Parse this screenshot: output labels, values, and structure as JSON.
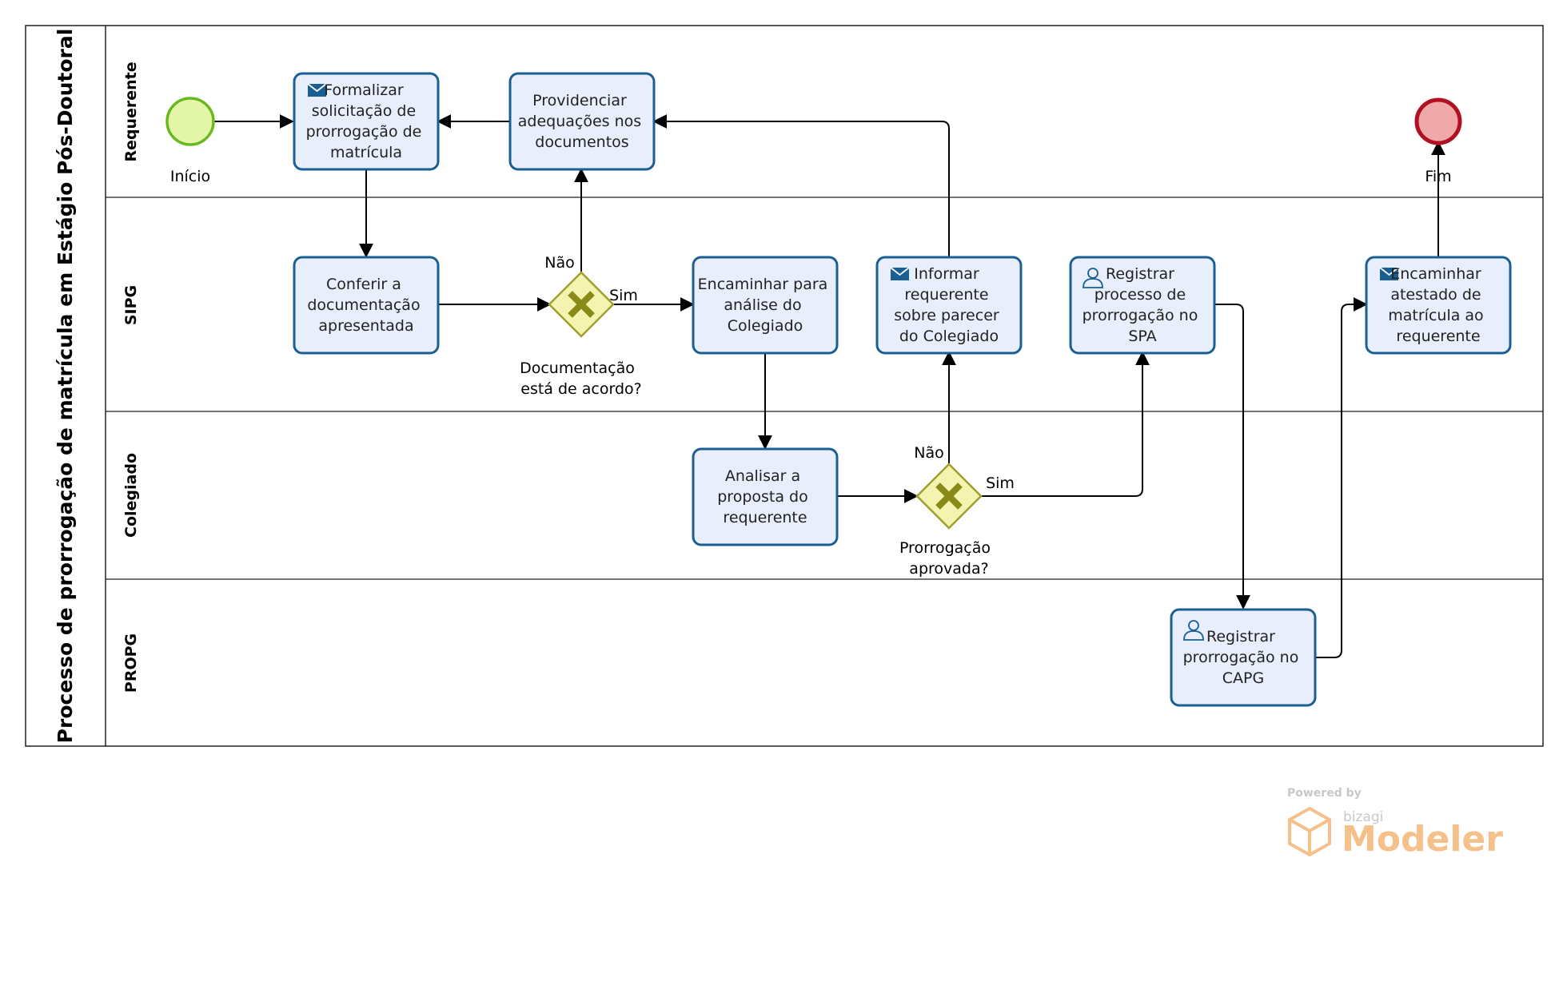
{
  "pool": {
    "title": "Processo de prorrogação de matrícula em Estágio Pós-Doutoral"
  },
  "lanes": [
    {
      "id": "requerente",
      "label": "Requerente"
    },
    {
      "id": "sipg",
      "label": "SIPG"
    },
    {
      "id": "colegiado",
      "label": "Colegiado"
    },
    {
      "id": "propg",
      "label": "PROPG"
    }
  ],
  "events": {
    "start": {
      "label": "Início",
      "color": "#e4f7a8",
      "stroke": "#6ab820"
    },
    "end": {
      "label": "Fim",
      "color": "#f0a8a8",
      "stroke": "#b01020"
    }
  },
  "tasks": {
    "formalizar": {
      "lines": [
        "Formalizar",
        "solicitação de",
        "prorrogação de",
        "matrícula"
      ],
      "icon": "envelope-icon"
    },
    "providenciar": {
      "lines": [
        "Providenciar",
        "adequações nos",
        "documentos"
      ]
    },
    "conferir": {
      "lines": [
        "Conferir a",
        "documentação",
        "apresentada"
      ]
    },
    "encaminhar_colegiado": {
      "lines": [
        "Encaminhar para",
        "análise do",
        "Colegiado"
      ]
    },
    "informar": {
      "lines": [
        "Informar",
        "requerente",
        "sobre parecer",
        "do Colegiado"
      ],
      "icon": "envelope-icon"
    },
    "registrar_spa": {
      "lines": [
        "Registrar",
        "processo de",
        "prorrogação no",
        "SPA"
      ],
      "icon": "user-icon"
    },
    "encaminhar_atestado": {
      "lines": [
        "Encaminhar",
        "atestado de",
        "matrícula ao",
        "requerente"
      ],
      "icon": "envelope-icon"
    },
    "analisar": {
      "lines": [
        "Analisar a",
        "proposta do",
        "requerente"
      ]
    },
    "registrar_capg": {
      "lines": [
        "Registrar",
        "prorrogação no",
        "CAPG"
      ],
      "icon": "user-icon"
    }
  },
  "gateways": {
    "doc": {
      "lines": [
        "Documentação",
        "está de acordo?"
      ],
      "yes": "Sim",
      "no": "Não"
    },
    "aprov": {
      "lines": [
        "Prorrogação",
        "aprovada?"
      ],
      "yes": "Sim",
      "no": "Não"
    }
  },
  "watermark": {
    "powered": "Powered by",
    "brand": "bizagi",
    "product": "Modeler"
  },
  "colors": {
    "task_fill": "#e8eefc",
    "task_stroke": "#1a5f94",
    "gateway_fill": "#f4f4b0",
    "gateway_stroke": "#a0a030",
    "gateway_x": "#8a8a18",
    "line": "#000000",
    "watermark": "#f5c08a"
  }
}
